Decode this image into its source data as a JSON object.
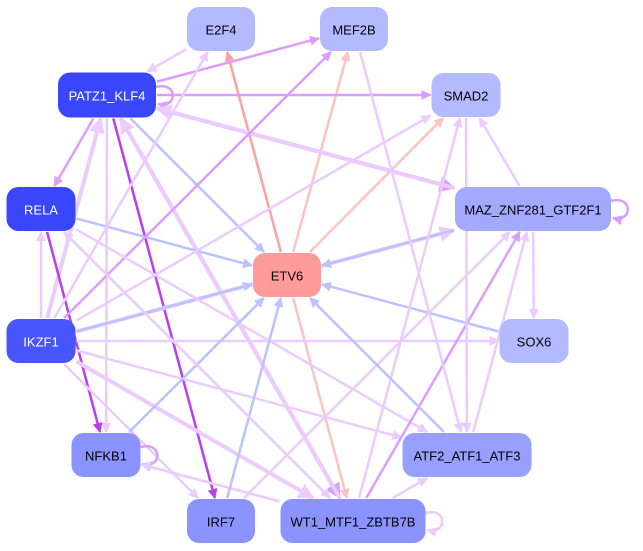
{
  "colors": {
    "lavender": "#eccbff",
    "violet": "#dd9dff",
    "purple": "#bb3ef0",
    "blue": "#bac3ff",
    "salmon": "#ffa2a2",
    "pink": "#ffc2c2"
  },
  "nodes": [
    {
      "id": "E2F4",
      "label": "E2F4",
      "fill": "#b4baff",
      "text": "#000"
    },
    {
      "id": "MEF2B",
      "label": "MEF2B",
      "fill": "#b4baff",
      "text": "#000"
    },
    {
      "id": "PATZ1_KLF4",
      "label": "PATZ1_KLF4",
      "fill": "#3a46fb",
      "text": "#fff"
    },
    {
      "id": "SMAD2",
      "label": "SMAD2",
      "fill": "#b4baff",
      "text": "#000"
    },
    {
      "id": "RELA",
      "label": "RELA",
      "fill": "#3a46fb",
      "text": "#fff"
    },
    {
      "id": "MAZ_ZNF281_GTF2F1",
      "label": "MAZ_ZNF281_GTF2F1",
      "fill": "#a2a9ff",
      "text": "#000"
    },
    {
      "id": "ETV6",
      "label": "ETV6",
      "fill": "#ff9b9b",
      "text": "#000"
    },
    {
      "id": "IKZF1",
      "label": "IKZF1",
      "fill": "#4756fc",
      "text": "#fff"
    },
    {
      "id": "SOX6",
      "label": "SOX6",
      "fill": "#b4baff",
      "text": "#000"
    },
    {
      "id": "NFKB1",
      "label": "NFKB1",
      "fill": "#8a93ff",
      "text": "#000"
    },
    {
      "id": "ATF2_ATF1_ATF3",
      "label": "ATF2_ATF1_ATF3",
      "fill": "#98a0ff",
      "text": "#000"
    },
    {
      "id": "IRF7",
      "label": "IRF7",
      "fill": "#8a93ff",
      "text": "#000"
    },
    {
      "id": "WT1_MTF1_ZBTB7B",
      "label": "WT1_MTF1_ZBTB7B",
      "fill": "#8a93ff",
      "text": "#000"
    }
  ],
  "edges": [
    {
      "from": "ETV6",
      "to": "E2F4",
      "color": "salmon",
      "strength": 2
    },
    {
      "from": "ETV6",
      "to": "MEF2B",
      "color": "pink",
      "strength": 2
    },
    {
      "from": "ETV6",
      "to": "SMAD2",
      "color": "pink",
      "strength": 2
    },
    {
      "from": "ETV6",
      "to": "MAZ_ZNF281_GTF2F1",
      "color": "pink",
      "strength": 2
    },
    {
      "from": "ETV6",
      "to": "WT1_MTF1_ZBTB7B",
      "color": "pink",
      "strength": 2
    },
    {
      "from": "PATZ1_KLF4",
      "to": "MEF2B",
      "color": "violet",
      "strength": 2
    },
    {
      "from": "E2F4",
      "to": "PATZ1_KLF4",
      "color": "lavender",
      "strength": 2
    },
    {
      "from": "PATZ1_KLF4",
      "to": "PATZ1_KLF4",
      "color": "violet",
      "strength": 2
    },
    {
      "from": "PATZ1_KLF4",
      "to": "SMAD2",
      "color": "violet",
      "strength": 2
    },
    {
      "from": "PATZ1_KLF4",
      "to": "MAZ_ZNF281_GTF2F1",
      "color": "violet",
      "strength": 3
    },
    {
      "from": "MAZ_ZNF281_GTF2F1",
      "to": "PATZ1_KLF4",
      "color": "lavender",
      "strength": 3
    },
    {
      "from": "PATZ1_KLF4",
      "to": "RELA",
      "color": "violet",
      "strength": 2
    },
    {
      "from": "PATZ1_KLF4",
      "to": "ETV6",
      "color": "blue",
      "strength": 2
    },
    {
      "from": "PATZ1_KLF4",
      "to": "IRF7",
      "color": "purple",
      "strength": 2
    },
    {
      "from": "PATZ1_KLF4",
      "to": "WT1_MTF1_ZBTB7B",
      "color": "violet",
      "strength": 3
    },
    {
      "from": "PATZ1_KLF4",
      "to": "NFKB1",
      "color": "lavender",
      "strength": 2
    },
    {
      "from": "IKZF1",
      "to": "PATZ1_KLF4",
      "color": "lavender",
      "strength": 3
    },
    {
      "from": "WT1_MTF1_ZBTB7B",
      "to": "PATZ1_KLF4",
      "color": "lavender",
      "strength": 3
    },
    {
      "from": "RELA",
      "to": "ETV6",
      "color": "blue",
      "strength": 2
    },
    {
      "from": "RELA",
      "to": "NFKB1",
      "color": "purple",
      "strength": 2
    },
    {
      "from": "IKZF1",
      "to": "RELA",
      "color": "lavender",
      "strength": 2
    },
    {
      "from": "IKZF1",
      "to": "E2F4",
      "color": "lavender",
      "strength": 2
    },
    {
      "from": "IKZF1",
      "to": "MEF2B",
      "color": "violet",
      "strength": 2
    },
    {
      "from": "IKZF1",
      "to": "SMAD2",
      "color": "lavender",
      "strength": 2
    },
    {
      "from": "IKZF1",
      "to": "MAZ_ZNF281_GTF2F1",
      "color": "lavender",
      "strength": 3
    },
    {
      "from": "IKZF1",
      "to": "ETV6",
      "color": "blue",
      "strength": 2
    },
    {
      "from": "IKZF1",
      "to": "SOX6",
      "color": "lavender",
      "strength": 2
    },
    {
      "from": "IKZF1",
      "to": "ATF2_ATF1_ATF3",
      "color": "lavender",
      "strength": 2
    },
    {
      "from": "IKZF1",
      "to": "WT1_MTF1_ZBTB7B",
      "color": "lavender",
      "strength": 3
    },
    {
      "from": "IKZF1",
      "to": "IRF7",
      "color": "lavender",
      "strength": 2
    },
    {
      "from": "WT1_MTF1_ZBTB7B",
      "to": "RELA",
      "color": "lavender",
      "strength": 2
    },
    {
      "from": "RELA",
      "to": "ATF2_ATF1_ATF3",
      "color": "lavender",
      "strength": 2
    },
    {
      "from": "NFKB1",
      "to": "ETV6",
      "color": "blue",
      "strength": 2
    },
    {
      "from": "NFKB1",
      "to": "NFKB1",
      "color": "violet",
      "strength": 2
    },
    {
      "from": "WT1_MTF1_ZBTB7B",
      "to": "NFKB1",
      "color": "lavender",
      "strength": 2
    },
    {
      "from": "IRF7",
      "to": "ETV6",
      "color": "blue",
      "strength": 2
    },
    {
      "from": "IRF7",
      "to": "MAZ_ZNF281_GTF2F1",
      "color": "lavender",
      "strength": 2
    },
    {
      "from": "SOX6",
      "to": "ETV6",
      "color": "blue",
      "strength": 2
    },
    {
      "from": "MAZ_ZNF281_GTF2F1",
      "to": "ETV6",
      "color": "blue",
      "strength": 2
    },
    {
      "from": "MAZ_ZNF281_GTF2F1",
      "to": "MAZ_ZNF281_GTF2F1",
      "color": "violet",
      "strength": 2
    },
    {
      "from": "MAZ_ZNF281_GTF2F1",
      "to": "SOX6",
      "color": "lavender",
      "strength": 2
    },
    {
      "from": "MAZ_ZNF281_GTF2F1",
      "to": "SMAD2",
      "color": "lavender",
      "strength": 2
    },
    {
      "from": "WT1_MTF1_ZBTB7B",
      "to": "SMAD2",
      "color": "lavender",
      "strength": 2
    },
    {
      "from": "WT1_MTF1_ZBTB7B",
      "to": "MAZ_ZNF281_GTF2F1",
      "color": "violet",
      "strength": 2
    },
    {
      "from": "ATF2_ATF1_ATF3",
      "to": "MAZ_ZNF281_GTF2F1",
      "color": "lavender",
      "strength": 2
    },
    {
      "from": "MEF2B",
      "to": "ATF2_ATF1_ATF3",
      "color": "lavender",
      "strength": 2
    },
    {
      "from": "SMAD2",
      "to": "ATF2_ATF1_ATF3",
      "color": "lavender",
      "strength": 2
    },
    {
      "from": "ATF2_ATF1_ATF3",
      "to": "ETV6",
      "color": "blue",
      "strength": 2
    },
    {
      "from": "WT1_MTF1_ZBTB7B",
      "to": "ATF2_ATF1_ATF3",
      "color": "lavender",
      "strength": 2
    },
    {
      "from": "WT1_MTF1_ZBTB7B",
      "to": "WT1_MTF1_ZBTB7B",
      "color": "lavender",
      "strength": 2
    },
    {
      "from": "RELA",
      "to": "WT1_MTF1_ZBTB7B",
      "color": "lavender",
      "strength": 2
    }
  ]
}
